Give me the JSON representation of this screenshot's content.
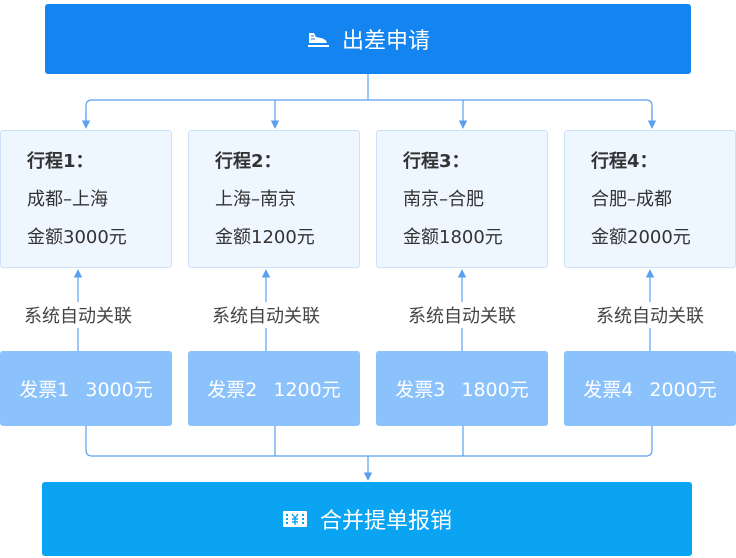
{
  "header": {
    "title": "出差申请",
    "icon": "shoe-icon"
  },
  "trips": [
    {
      "title": "行程1：",
      "route": "成都–上海",
      "amount": "金额3000元"
    },
    {
      "title": "行程2：",
      "route": "上海–南京",
      "amount": "金额1200元"
    },
    {
      "title": "行程3：",
      "route": "南京–合肥",
      "amount": "金额1800元"
    },
    {
      "title": "行程4：",
      "route": "合肥–成都",
      "amount": "金额2000元"
    }
  ],
  "link_label": "系统自动关联",
  "invoices": [
    {
      "label": "发票1",
      "amount": "3000元"
    },
    {
      "label": "发票2",
      "amount": "1200元"
    },
    {
      "label": "发票3",
      "amount": "1800元"
    },
    {
      "label": "发票4",
      "amount": "2000元"
    }
  ],
  "footer": {
    "title": "合并提单报销",
    "icon": "ticket-icon"
  },
  "colors": {
    "header_bg": "#1485f0",
    "footer_bg": "#0ba4f2",
    "trip_bg": "#eef6ff",
    "invoice_bg": "#8cc2fb",
    "connector": "#5a9ff0"
  }
}
